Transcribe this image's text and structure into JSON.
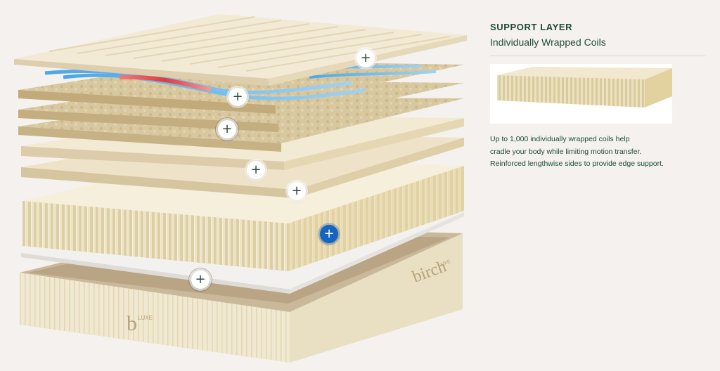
{
  "panel": {
    "layer_label": "SUPPORT LAYER",
    "layer_title": "Individually Wrapped Coils",
    "description_lines": [
      "Up to 1,000 individually wrapped coils help",
      "cradle your body while limiting motion transfer.",
      "Reinforced lengthwise sides to provide edge support."
    ]
  },
  "brand": {
    "side_logo": "birch",
    "side_logo_sup": "LUXE",
    "front_logo": "b",
    "front_logo_sup": "LUXE"
  },
  "hotspots": [
    {
      "name": "hotspot-cover",
      "symbol": "+",
      "active": false
    },
    {
      "name": "hotspot-wool",
      "symbol": "+",
      "active": false
    },
    {
      "name": "hotspot-wool-2",
      "symbol": "+",
      "active": false
    },
    {
      "name": "hotspot-latex",
      "symbol": "+",
      "active": false
    },
    {
      "name": "hotspot-latex-2",
      "symbol": "+",
      "active": false
    },
    {
      "name": "hotspot-support-coils",
      "symbol": "+",
      "active": true
    },
    {
      "name": "hotspot-base",
      "symbol": "+",
      "active": false
    }
  ],
  "colors": {
    "accent_text": "#1f4a3c",
    "active_hotspot": "#1565c0",
    "background": "#f4f1ee"
  }
}
